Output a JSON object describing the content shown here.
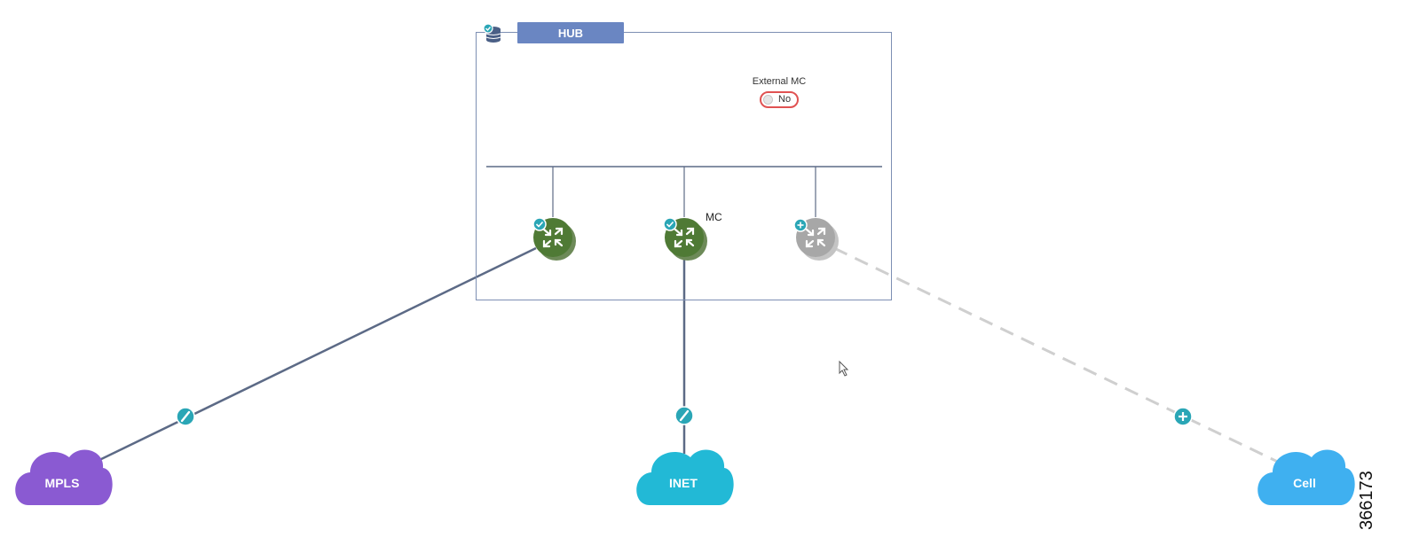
{
  "hub": {
    "label": "HUB",
    "external_mc_label": "External MC",
    "external_mc_toggle": "No"
  },
  "routers": [
    {
      "id": "router-mpls",
      "status": "configured",
      "color": "#4f7a35"
    },
    {
      "id": "router-inet",
      "status": "configured",
      "color": "#4f7a35",
      "role": "MC"
    },
    {
      "id": "router-cell",
      "status": "add",
      "color": "#a7a7a7"
    }
  ],
  "clouds": [
    {
      "id": "mpls",
      "label": "MPLS",
      "color": "#8a5ad2"
    },
    {
      "id": "inet",
      "label": "INET",
      "color": "#22b9d6"
    },
    {
      "id": "cell",
      "label": "Cell",
      "color": "#3fb0f0"
    }
  ],
  "colors": {
    "accent": "#2aa6b6",
    "line": "#5c6a86",
    "dashed_line": "#cfcfcf",
    "toggle_off_border": "#e05252"
  },
  "figure_number": "366173"
}
